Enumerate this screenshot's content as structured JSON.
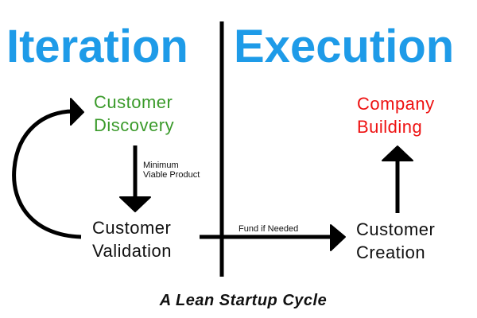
{
  "headers": {
    "left": "Iteration",
    "right": "Execution"
  },
  "nodes": {
    "customer_discovery": {
      "line1": "Customer",
      "line2": "Discovery"
    },
    "customer_validation": {
      "line1": "Customer",
      "line2": "Validation"
    },
    "company_building": {
      "line1": "Company",
      "line2": "Building"
    },
    "customer_creation": {
      "line1": "Customer",
      "line2": "Creation"
    }
  },
  "edges": {
    "mvp": {
      "line1": "Minimum",
      "line2": "Viable Product"
    },
    "fund": "Fund if Needed"
  },
  "caption": "A Lean Startup Cycle",
  "colors": {
    "header": "#1e9be8",
    "discovery": "#3a9a2a",
    "building": "#ee1111",
    "text": "#111111"
  }
}
